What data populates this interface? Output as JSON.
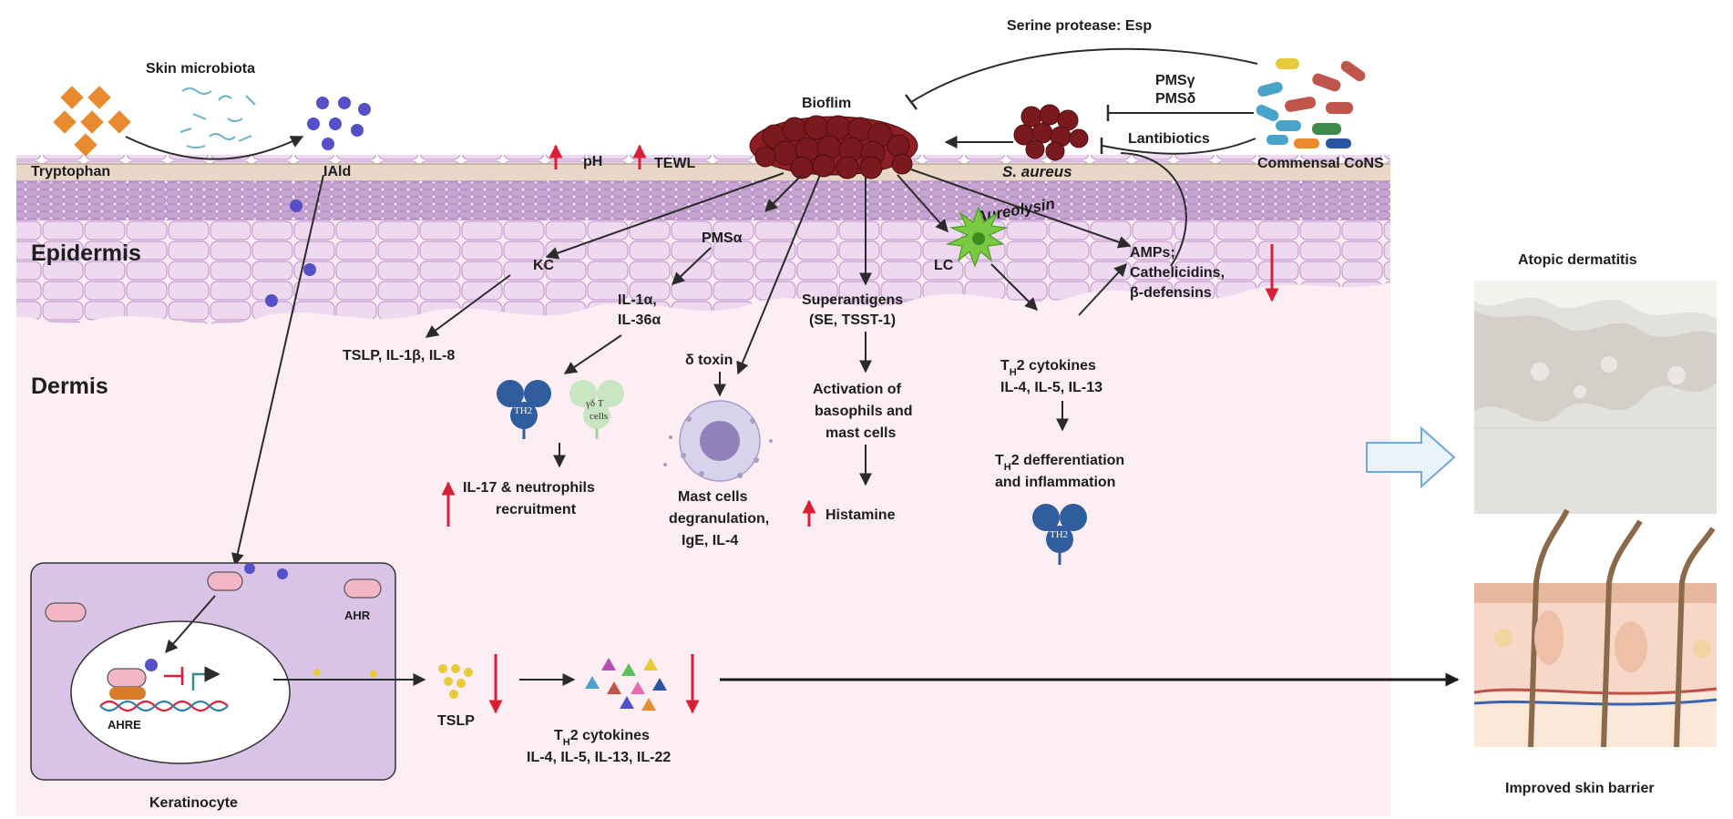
{
  "regions": {
    "epidermis": "Epidermis",
    "dermis": "Dermis"
  },
  "labels": {
    "skin_microbiota": "Skin microbiota",
    "tryptophan": "Tryptophan",
    "iald": "IAld",
    "ph": "pH",
    "tewl": "TEWL",
    "biofilm": "Bioflim",
    "s_aureus": "S. aureus",
    "serine_protease": "Serine protease: Esp",
    "pms_gamma": "PMSγ",
    "pms_delta": "PMSδ",
    "lantibiotics": "Lantibiotics",
    "commensal_cons": "Commensal CoNS",
    "aureolysin": "Aureolysin",
    "kc": "KC",
    "pms_alpha": "PMSα",
    "lc": "LC",
    "amps_1": "AMPs;",
    "amps_2": "Cathelicidins,",
    "amps_3": "β-defensins",
    "il1a_1": "IL-1α,",
    "il1a_2": "IL-36α",
    "superantigens_1": "Superantigens",
    "superantigens_2": "(SE, TSST-1)",
    "tslp_il": "TSLP, IL-1β, IL-8",
    "delta_toxin": "δ toxin",
    "th2_cyt_1_main": "T",
    "th2_cyt_1_sub": "H",
    "th2_cyt_1_rest": "2 cytokines",
    "th2_cyt_1_line2": "IL-4, IL-5, IL-13",
    "activation_1": "Activation of",
    "activation_2": "basophils and",
    "activation_3": "mast cells",
    "th2_diff_main": "T",
    "th2_diff_sub": "H",
    "th2_diff_rest": "2 defferentiation",
    "th2_diff_line2": "and inflammation",
    "il17_1": "IL-17 & neutrophils",
    "il17_2": "recruitment",
    "mast_1": "Mast cells",
    "mast_2": "degranulation,",
    "mast_3": "IgE, IL-4",
    "histamine": "Histamine",
    "ahr": "AHR",
    "ahre": "AHRE",
    "keratinocyte": "Keratinocyte",
    "tslp": "TSLP",
    "th2_cyt_2_main": "T",
    "th2_cyt_2_sub": "H",
    "th2_cyt_2_rest": "2 cytokines",
    "th2_cyt_2_line2": "IL-4, IL-5, IL-13, IL-22",
    "atopic_dermatitis": "Atopic dermatitis",
    "improved_barrier": "Improved skin barrier",
    "cell_th2": "TH2",
    "cell_gd_1": "γδ T",
    "cell_gd_2": "cells"
  },
  "colors": {
    "dermis_bg": "#fdeef4",
    "epidermis_bg": "#e5cfe8",
    "stratum_top": "#c9a9d6",
    "biofilm": "#7a1a1e",
    "up_arrow": "#d91e36",
    "down_arrow": "#d91e36",
    "iald_dot": "#5550c8",
    "tryptophan": "#e88a2e",
    "th2_cell": "#2f5d9e",
    "lc_cell": "#7ac943",
    "keratinocyte_box": "#d9c3e6",
    "ahr": "#f4b6c6",
    "open_arrow": "#6fa8dc"
  },
  "icons": {
    "up": "up-arrow-icon",
    "down": "down-arrow-icon"
  }
}
